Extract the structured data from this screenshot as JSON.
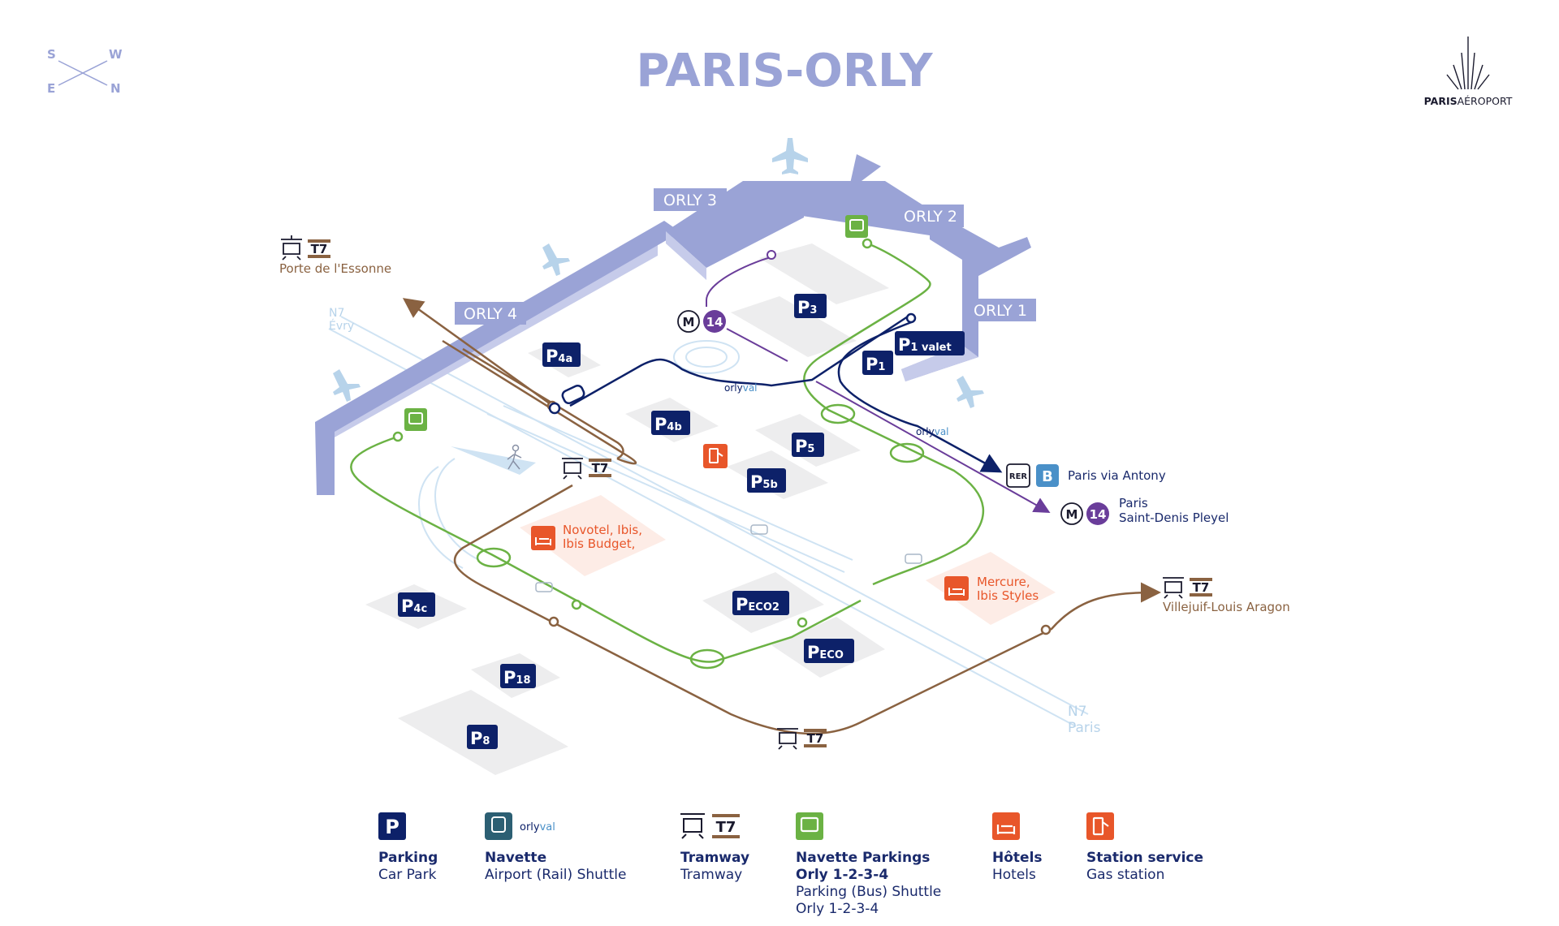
{
  "title": "PARIS-ORLY",
  "brand": {
    "name_a": "PARIS",
    "name_b": "AÉROPORT"
  },
  "compass": {
    "s": "S",
    "w": "W",
    "e": "E",
    "n": "N"
  },
  "terminals": {
    "orly1": "ORLY 1",
    "orly2": "ORLY 2",
    "orly3": "ORLY 3",
    "orly4": "ORLY 4"
  },
  "parkings": {
    "p1": {
      "p": "P",
      "sub": "1"
    },
    "p1valet": {
      "p": "P",
      "sub": "1 valet"
    },
    "p3": {
      "p": "P",
      "sub": "3"
    },
    "p4a": {
      "p": "P",
      "sub": "4a"
    },
    "p4b": {
      "p": "P",
      "sub": "4b"
    },
    "p4c": {
      "p": "P",
      "sub": "4c"
    },
    "p5": {
      "p": "P",
      "sub": "5"
    },
    "p5b": {
      "p": "P",
      "sub": "5b"
    },
    "peco2": {
      "p": "P",
      "sub": "ECO2"
    },
    "peco": {
      "p": "P",
      "sub": "ECO"
    },
    "p18": {
      "p": "P",
      "sub": "18"
    },
    "p8": {
      "p": "P",
      "sub": "8"
    }
  },
  "tram_line": "T7",
  "metro": {
    "m": "M",
    "line": "14"
  },
  "rer": {
    "rer": "RER",
    "line": "B"
  },
  "orlyval": {
    "a": "orly",
    "b": "val"
  },
  "destinations": {
    "porte_essonne": "Porte de l'Essonne",
    "villejuif": "Villejuif-Louis Aragon",
    "rer_b": "Paris via Antony",
    "m14_a": "Paris",
    "m14_b": "Saint-Denis Pleyel",
    "n7_evry_a": "N7",
    "n7_evry_b": "Évry",
    "n7_paris_a": "N7",
    "n7_paris_b": "Paris"
  },
  "hotels": {
    "h1_a": "Novotel, Ibis,",
    "h1_b": "Ibis Budget,",
    "h2_a": "Mercure,",
    "h2_b": "Ibis Styles"
  },
  "legend": {
    "parking": {
      "title": "Parking",
      "sub": "Car Park",
      "icon": "P"
    },
    "navette": {
      "title": "Navette",
      "sub": "Airport (Rail) Shuttle"
    },
    "tramway": {
      "title": "Tramway",
      "sub": "Tramway"
    },
    "bus": {
      "title1": "Navette Parkings",
      "title2": "Orly 1-2-3-4",
      "sub1": "Parking (Bus) Shuttle",
      "sub2": "Orly 1-2-3-4"
    },
    "hotels": {
      "title": "Hôtels",
      "sub": "Hotels"
    },
    "gas": {
      "title": "Station service",
      "sub": "Gas station"
    }
  },
  "colors": {
    "terminal": "#9aa3d6",
    "navy": "#0d2169",
    "green": "#6bb244",
    "brown": "#8a6241",
    "purple": "#6a3d9a",
    "orange": "#e8562a",
    "rer_blue": "#4a90c8",
    "road": "#cfe3f3",
    "parking_zone": "#ededee"
  }
}
